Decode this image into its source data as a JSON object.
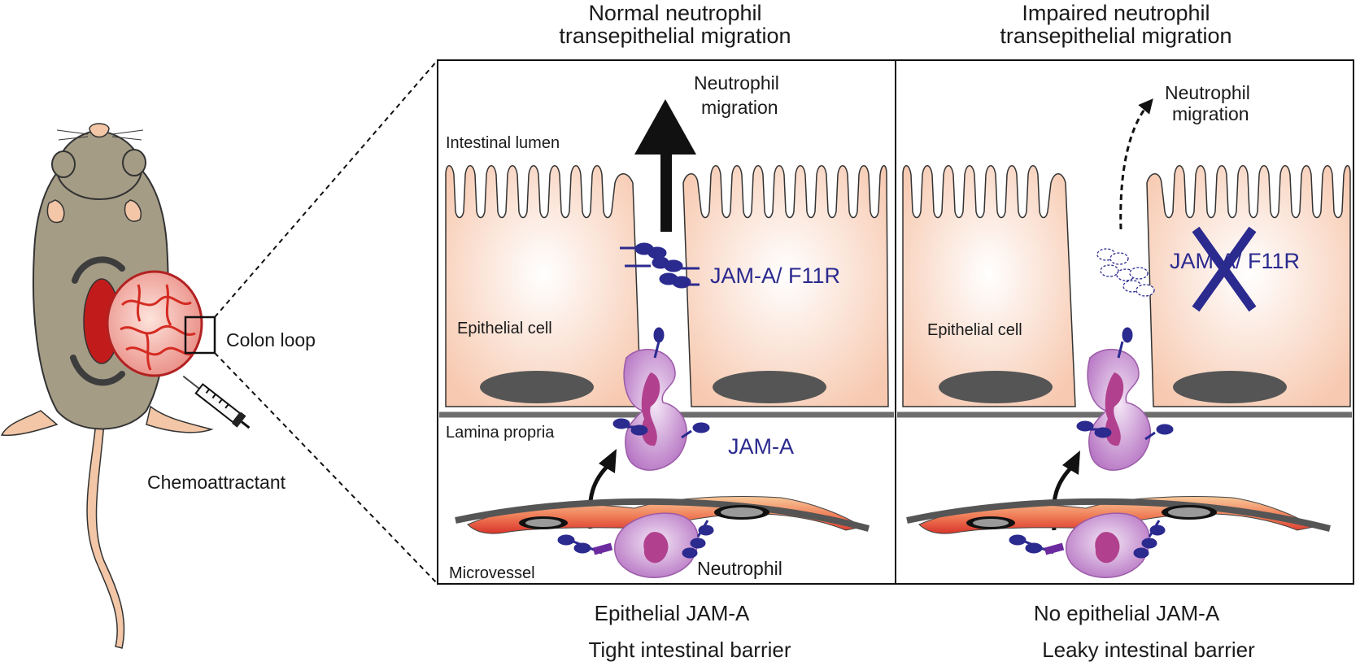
{
  "titles": {
    "left_line1": "Normal neutrophil",
    "left_line2": "transepithelial migration",
    "right_line1": "Impaired neutrophil",
    "right_line2": "transepithelial migration"
  },
  "mouse": {
    "colon_loop_label": "Colon loop",
    "chemoattractant_label": "Chemoattractant"
  },
  "left_panel": {
    "intestinal_lumen": "Intestinal lumen",
    "migration_line1": "Neutrophil",
    "migration_line2": "migration",
    "jam_a_f11r": "JAM-A/ F11R",
    "epithelial_cell": "Epithelial cell",
    "lamina_propria": "Lamina propria",
    "jam_a": "JAM-A",
    "microvessel": "Microvessel",
    "neutrophil": "Neutrophil"
  },
  "right_panel": {
    "migration_line1": "Neutrophil",
    "migration_line2": "migration",
    "jam_a_f11r": "JAM-A/ F11R",
    "epithelial_cell": "Epithelial cell"
  },
  "captions": {
    "left_line1": "Epithelial JAM-A",
    "left_line2": "Tight intestinal barrier",
    "right_line1": "No epithelial JAM-A",
    "right_line2": "Leaky intestinal barrier"
  },
  "colors": {
    "jam_protein": "#2b2a8f",
    "epithelium": "#fbe1d2",
    "neutrophil": "#c98bd0",
    "blood_vessel": "#e2251f",
    "mouse_fur": "#a59c86",
    "mouse_skin": "#f2c6a6"
  }
}
